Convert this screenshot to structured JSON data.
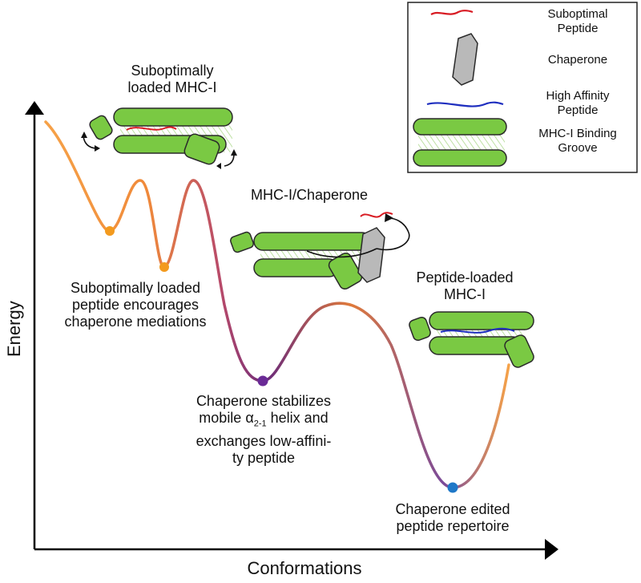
{
  "axes": {
    "y_label": "Energy",
    "x_label": "Conformations"
  },
  "legend": {
    "items": [
      {
        "label": "Suboptimal Peptide",
        "color": "#d81b23"
      },
      {
        "label": "Chaperone",
        "color": "#b9b9b9"
      },
      {
        "label": "High Affinity Peptide",
        "color": "#1f2fbf"
      },
      {
        "label": "MHC-I Binding Groove",
        "color": "#7ac943"
      }
    ]
  },
  "states": {
    "suboptimal_title": "Suboptimally loaded MHC-I",
    "complex_title": "MHC-I/Chaperone",
    "loaded_title": "Peptide-loaded MHC-I"
  },
  "annotations": {
    "suboptimal_note": "Suboptimally loaded peptide encourages chaperone mediations",
    "stabilizes_line1": "Chaperone stabilizes",
    "stabilizes_line2_pre": "mobile α",
    "stabilizes_sub": "2-1",
    "stabilizes_line2_post": " helix and",
    "stabilizes_line3": "exchanges low-affini-",
    "stabilizes_line4": "ty peptide",
    "edited_note": "Chaperone edited peptide repertoire"
  },
  "colors": {
    "groove": "#7ac943",
    "groove_stroke": "#2a2a2a",
    "chaperone": "#b9b9b9",
    "suboptimal_peptide": "#d81b23",
    "high_affinity_peptide": "#1f2fbf",
    "curve_orange": "#f2a03c",
    "curve_purple": "#6a2a7a",
    "min_orange": "#f39a1e",
    "min_purple": "#6a2a96",
    "min_blue": "#1f78c8"
  }
}
